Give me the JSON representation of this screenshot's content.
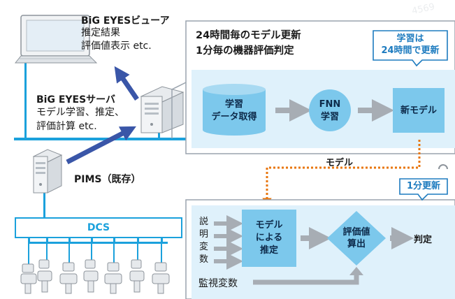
{
  "viewer": {
    "title": "BiG EYESビューア",
    "line1": "推定結果",
    "line2": "評価値表示 etc."
  },
  "server": {
    "title": "BiG EYESサーバ",
    "line1": "モデル学習、推定、",
    "line2": "評価計算 etc."
  },
  "pims": {
    "label": "PIMS（既存）"
  },
  "dcs": {
    "label": "DCS"
  },
  "top_panel": {
    "title_line1": "24時間毎のモデル更新",
    "title_line2": "1分毎の機器評価判定",
    "callout_line1": "学習は",
    "callout_line2": "24時間で更新",
    "step1_line1": "学習",
    "step1_line2": "データ取得",
    "step2_line1": "FNN",
    "step2_line2": "学習",
    "step3": "新モデル"
  },
  "link_label": "モデル",
  "bottom_panel": {
    "callout": "1分更新",
    "explanatory_vars": [
      "説",
      "明",
      "変",
      "数"
    ],
    "model_line1": "モデル",
    "model_line2": "による",
    "model_line3": "推定",
    "eval_line1": "評価値",
    "eval_line2": "算出",
    "judge": "判定",
    "monitor": "監視変数"
  },
  "colors": {
    "network": "#1ba1dc",
    "panel_border": "#9aa3ad",
    "panel_fill": "#ffffff",
    "light_box": "#dff1fb",
    "process_box": "#7cc8ec",
    "gray_arrow": "#a7adb4",
    "blue_arrow": "#3a56a8",
    "orange": "#e8760d",
    "callout": "#1d7bbf"
  }
}
